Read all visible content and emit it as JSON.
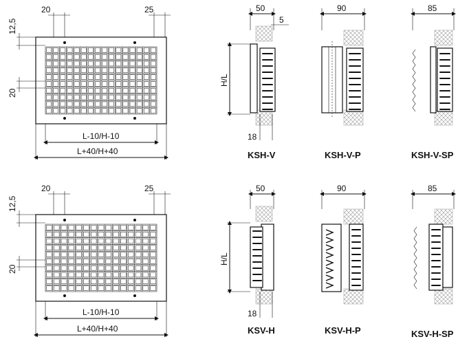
{
  "top_grille": {
    "dim_slot_width": "20",
    "dim_margin_right": "25",
    "dim_margin_top": "12,5",
    "dim_slot_height": "20",
    "dim_inner": "L-10/H-10",
    "dim_outer": "L+40/H+40"
  },
  "bottom_grille": {
    "dim_slot_width": "20",
    "dim_margin_right": "25",
    "dim_margin_top": "12,5",
    "dim_slot_height": "20",
    "dim_inner": "L-10/H-10",
    "dim_outer": "L+40/H+40"
  },
  "sections_top": [
    {
      "name": "KSH-V",
      "depth": "50",
      "extra": "5",
      "height_label": "H/L",
      "bottom_dim": "18"
    },
    {
      "name": "KSH-V-P",
      "depth": "90"
    },
    {
      "name": "KSH-V-SP",
      "depth": "85"
    }
  ],
  "sections_bottom": [
    {
      "name": "KSV-H",
      "depth": "50",
      "height_label": "H/L",
      "bottom_dim": "18"
    },
    {
      "name": "KSV-H-P",
      "depth": "90"
    },
    {
      "name": "KSV-H-SP",
      "depth": "85"
    }
  ]
}
